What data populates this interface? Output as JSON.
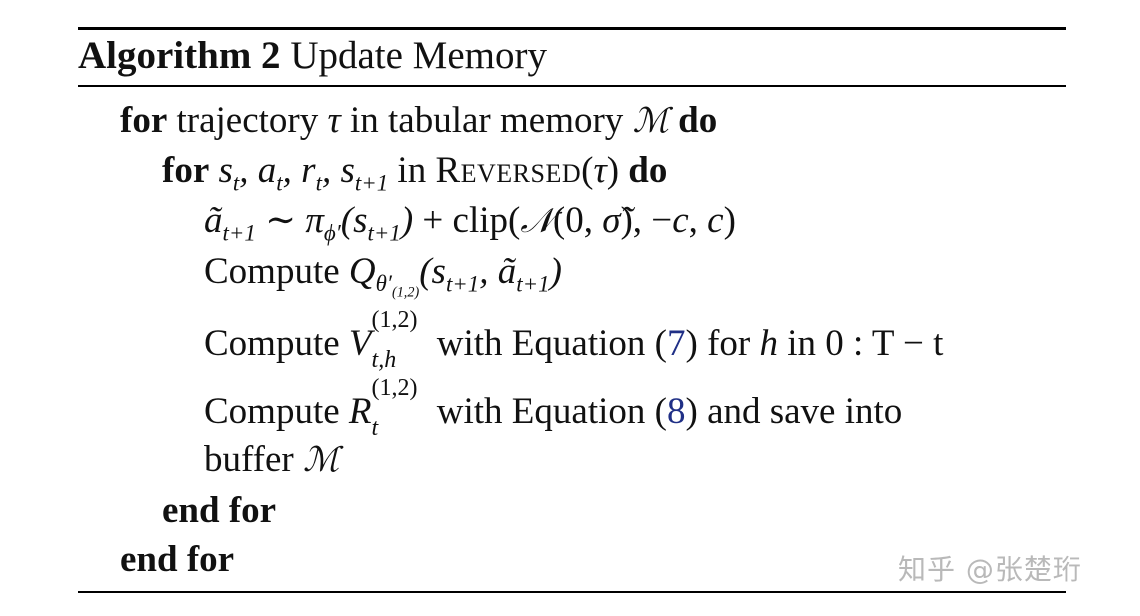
{
  "caption": {
    "label": "Algorithm 2",
    "title": "Update Memory"
  },
  "lines": {
    "l1": {
      "kw_for": "for",
      "text1": "trajectory",
      "tau": "τ",
      "text2": "in tabular memory",
      "M": "ℳ",
      "kw_do": "do"
    },
    "l2": {
      "kw_for": "for",
      "vars": "s",
      "in": "in",
      "reversed": "Reversed",
      "kw_do": "do"
    },
    "l3": {
      "prefix": "ã",
      "rest": "∼ π"
    },
    "l4": {
      "compute": "Compute"
    },
    "l5": {
      "compute": "Compute",
      "with": "with Equation",
      "ref": "7",
      "for": "for",
      "h": "h",
      "in_range": "in 0 : T − t"
    },
    "l6": {
      "compute": "Compute",
      "with": "with Equation",
      "ref": "8",
      "save": "and save into"
    },
    "l7": {
      "buffer": "buffer",
      "M": "ℳ"
    },
    "l8": {
      "end": "end for"
    },
    "l9": {
      "end": "end for"
    }
  },
  "watermark": "知乎 @张楚珩"
}
